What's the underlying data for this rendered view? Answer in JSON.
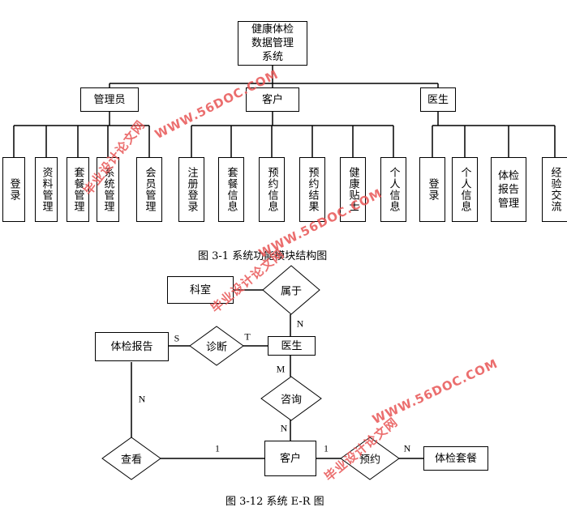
{
  "module_diagram": {
    "root": "健康体检\n数据管理\n系统",
    "groups": [
      {
        "label": "管理员",
        "items": [
          "登录",
          "资料管理",
          "套餐管理",
          "系统管理",
          "会员管理"
        ]
      },
      {
        "label": "客户",
        "items": [
          "注册登录",
          "套餐信息",
          "预约信息",
          "预约结果",
          "健康贴士",
          "个人信息"
        ]
      },
      {
        "label": "医生",
        "items": [
          "登录",
          "个人信息",
          "体检报告管理",
          "经验交流"
        ]
      }
    ],
    "caption": "图 3-1  系统功能模块结构图"
  },
  "er_diagram": {
    "entities": {
      "department": "科室",
      "report": "体检报告",
      "doctor": "医生",
      "customer": "客户",
      "package": "体检套餐"
    },
    "relationships": {
      "belongs": "属于",
      "diagnose": "诊断",
      "consult": "咨询",
      "view": "查看",
      "reserve": "预约"
    },
    "cardinalities": {
      "belongs_doctor": "N",
      "diagnose_report": "S",
      "diagnose_doctor": "T",
      "consult_doctor": "M",
      "consult_customer": "N",
      "view_report": "N",
      "view_customer": "1",
      "reserve_customer": "1",
      "reserve_package": "N"
    },
    "caption": "图 3-12 系统 E-R 图"
  },
  "watermarks": {
    "site": "WWW.56DOC.COM",
    "name": "毕业设计论文网"
  }
}
